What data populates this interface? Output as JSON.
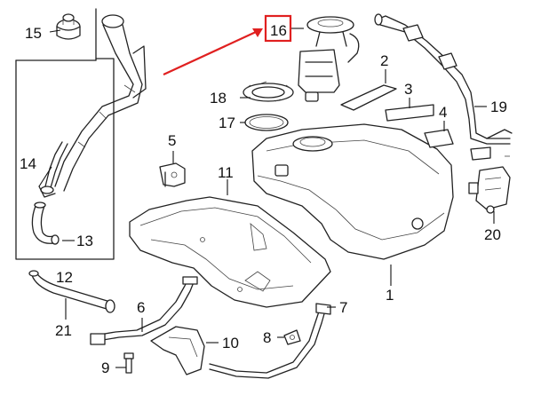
{
  "callouts": [
    {
      "id": "c1",
      "text": "1"
    },
    {
      "id": "c2",
      "text": "2"
    },
    {
      "id": "c3",
      "text": "3"
    },
    {
      "id": "c4",
      "text": "4"
    },
    {
      "id": "c5",
      "text": "5"
    },
    {
      "id": "c6",
      "text": "6"
    },
    {
      "id": "c7",
      "text": "7"
    },
    {
      "id": "c8",
      "text": "8"
    },
    {
      "id": "c9",
      "text": "9"
    },
    {
      "id": "c10",
      "text": "10"
    },
    {
      "id": "c11",
      "text": "11"
    },
    {
      "id": "c12",
      "text": "12"
    },
    {
      "id": "c13",
      "text": "13"
    },
    {
      "id": "c14",
      "text": "14"
    },
    {
      "id": "c15",
      "text": "15"
    },
    {
      "id": "c16",
      "text": "16"
    },
    {
      "id": "c17",
      "text": "17"
    },
    {
      "id": "c18",
      "text": "18"
    },
    {
      "id": "c19",
      "text": "19"
    },
    {
      "id": "c20",
      "text": "20"
    },
    {
      "id": "c21",
      "text": "21"
    }
  ],
  "highlight": {
    "callout": "16",
    "box_color": "#e02020",
    "arrow_color": "#e02020"
  },
  "colors": {
    "line": "#222222",
    "background": "#ffffff"
  }
}
